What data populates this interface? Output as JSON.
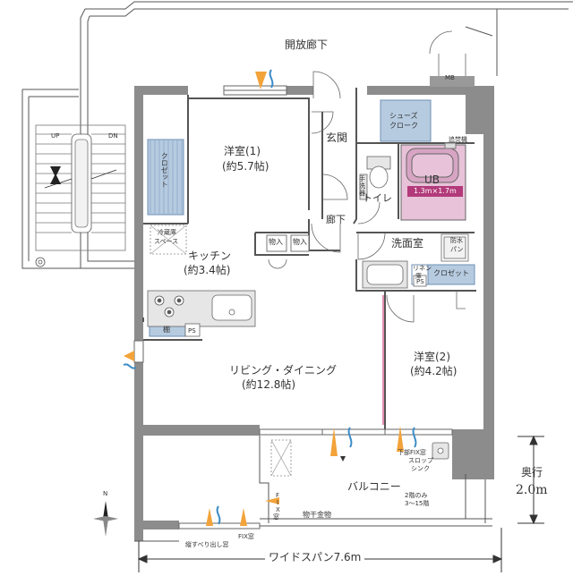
{
  "rooms": {
    "corridor_open": "開放廊下",
    "mb": "MB",
    "western1_name": "洋室(1)",
    "western1_area": "(約5.7帖)",
    "entrance": "玄関",
    "shoes_closet_1": "シューズ",
    "shoes_closet_2": "クローク",
    "closet_left": "クロゼット",
    "toilet": "トイレ",
    "hand_wash_1": "手",
    "hand_wash_2": "洗",
    "hand_wash_3": "器",
    "hallway": "廊下",
    "ub": "UB",
    "ub_size": "1.3m×1.7m",
    "reheat": "追焚機",
    "washroom": "洗面室",
    "waterproof_pan_1": "防水",
    "waterproof_pan_2": "パン",
    "linen_1": "リネン",
    "linen_2": "庫",
    "closet_right": "クロゼット",
    "ps1": "PS",
    "fridge_1": "冷蔵庫",
    "fridge_2": "スペース",
    "storage_a": "物入",
    "storage_b": "物入",
    "kitchen_name": "キッチン",
    "kitchen_area": "(約3.4帖)",
    "shelf": "棚",
    "ps2": "PS",
    "living_name": "リビング・ダイニング",
    "living_area": "(約12.8帖)",
    "western2_name": "洋室(2)",
    "western2_area": "(約4.2帖)",
    "balcony": "バルコニー",
    "sloped_sink_1": "下部FIX窓",
    "sloped_sink_2": "スロップ",
    "sloped_sink_3": "シンク",
    "floor_note_1": "2階のみ",
    "floor_note_2": "3〜15階",
    "fix_window_1": "F",
    "fix_window_2": "I",
    "fix_window_3": "X",
    "fix_window_4": "窓",
    "clothes_pole": "物干金物",
    "sliding_window": "縦すべり出し窓",
    "fix_window_bottom": "FIX窓",
    "stair_up": "UP",
    "stair_dn": "DN",
    "compass_n": "N"
  },
  "dimensions": {
    "depth_label": "奥行",
    "depth_value": "2.0m",
    "width_label": "ワイドスパン7.6m"
  }
}
